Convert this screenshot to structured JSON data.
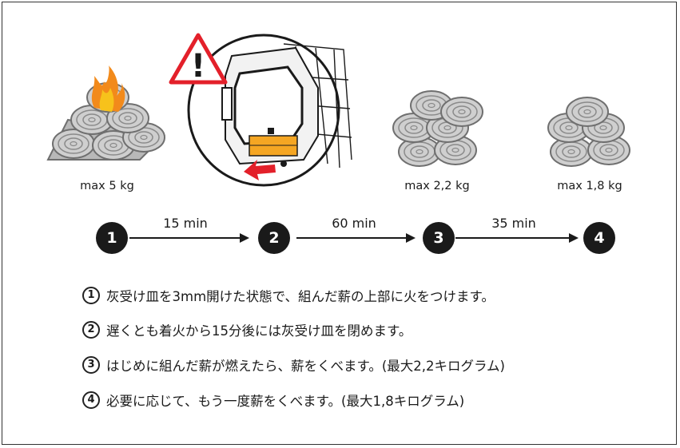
{
  "piles": [
    {
      "weight": "max 5 kg"
    },
    {
      "weight": "max 2,2 kg"
    },
    {
      "weight": "max 1,8 kg"
    }
  ],
  "warning": {
    "symbol": "!"
  },
  "timeline": {
    "steps": [
      "1",
      "2",
      "3",
      "4"
    ],
    "durations": [
      "15 min",
      "60 min",
      "35 min"
    ]
  },
  "instructions": [
    {
      "num": "1",
      "text": "灰受け皿を3mm開けた状態で、組んだ薪の上部に火をつけます。"
    },
    {
      "num": "2",
      "text": "遅くとも着火から15分後には灰受け皿を閉めます。"
    },
    {
      "num": "3",
      "text": "はじめに組んだ薪が燃えたら、薪をくべます。(最大2,2キログラム)"
    },
    {
      "num": "4",
      "text": "必要に応じて、もう一度薪をくべます。(最大1,8キログラム)"
    }
  ],
  "colors": {
    "accent_red": "#e3202a",
    "tray_orange": "#f5a623",
    "flame_yellow": "#f7c21b",
    "wood_gray": "#c8c8c8"
  }
}
